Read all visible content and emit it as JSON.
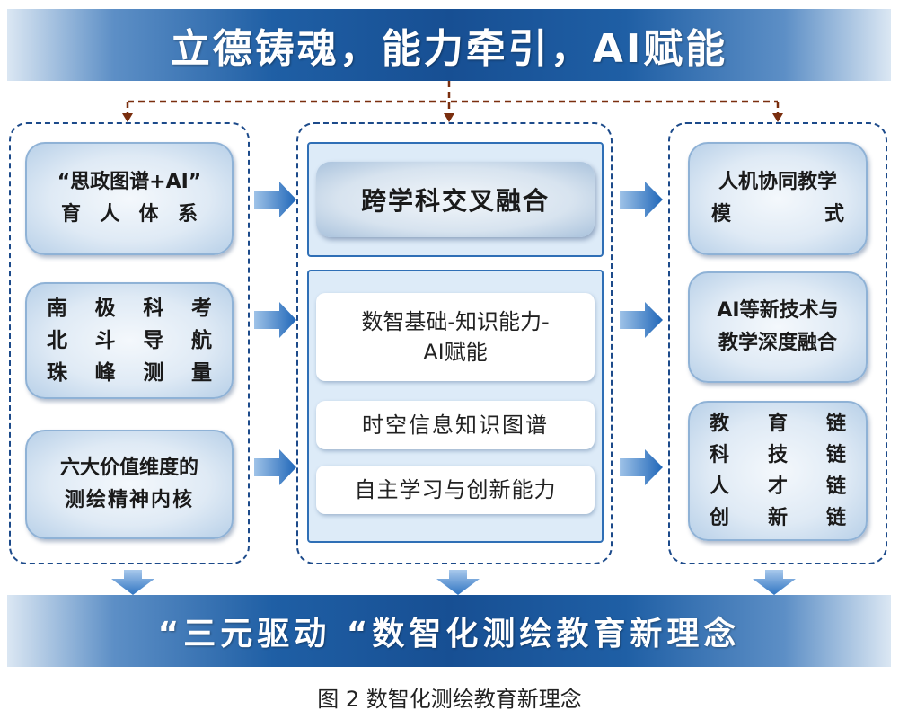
{
  "title": "立德铸魂，能力牵引，AI赋能",
  "bottom_banner": "“三元驱动 “数智化测绘教育新理念",
  "caption": "图 2  数智化测绘教育新理念",
  "left": {
    "box1": {
      "line1": "“思政图谱+AI”",
      "line2": [
        "育",
        "人",
        "体",
        "系"
      ]
    },
    "box2": {
      "rows": [
        [
          "南",
          "极",
          "科",
          "考"
        ],
        [
          "北",
          "斗",
          "导",
          "航"
        ],
        [
          "珠",
          "峰",
          "测",
          "量"
        ]
      ]
    },
    "box3": {
      "line1": "六大价值维度的",
      "line2": "测绘精神内核"
    }
  },
  "center": {
    "header": "跨学科交叉融合",
    "items": [
      {
        "line1": "数智基础-知识能力-",
        "line2": "AI赋能"
      },
      {
        "line1": "时空信息知识图谱"
      },
      {
        "line1": "自主学习与创新能力"
      }
    ]
  },
  "right": {
    "box1": {
      "line1": "人机协同教学",
      "line2": [
        "模",
        "式"
      ]
    },
    "box2": {
      "line1": "AI等新技术与",
      "line2": "教学深度融合"
    },
    "box3": {
      "rows": [
        [
          "教",
          "育",
          "链"
        ],
        [
          "科",
          "技",
          "链"
        ],
        [
          "人",
          "才",
          "链"
        ],
        [
          "创",
          "新",
          "链"
        ]
      ]
    }
  }
}
